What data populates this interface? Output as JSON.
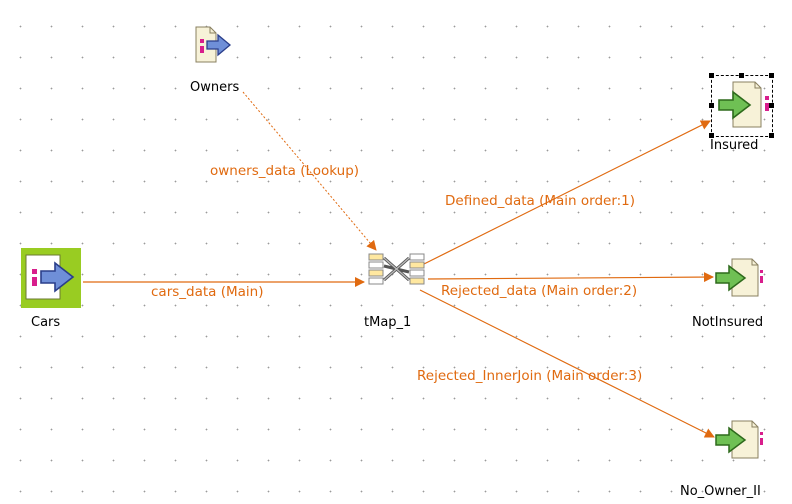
{
  "components": {
    "owners": "Owners",
    "cars": "Cars",
    "tmap": "tMap_1",
    "insured": "Insured",
    "notinsured": "NotInsured",
    "no_owner": "No_Owner_II"
  },
  "connections": {
    "owners_data": "owners_data (Lookup)",
    "cars_data": "cars_data (Main)",
    "defined_data": "Defined_data (Main order:1)",
    "rejected_data": "Rejected_data (Main order:2)",
    "rejected_innerjoin": "Rejected_InnerJoin (Main order:3)"
  },
  "colors": {
    "link": "#e06a10",
    "selected_bg": "#99cc22"
  }
}
